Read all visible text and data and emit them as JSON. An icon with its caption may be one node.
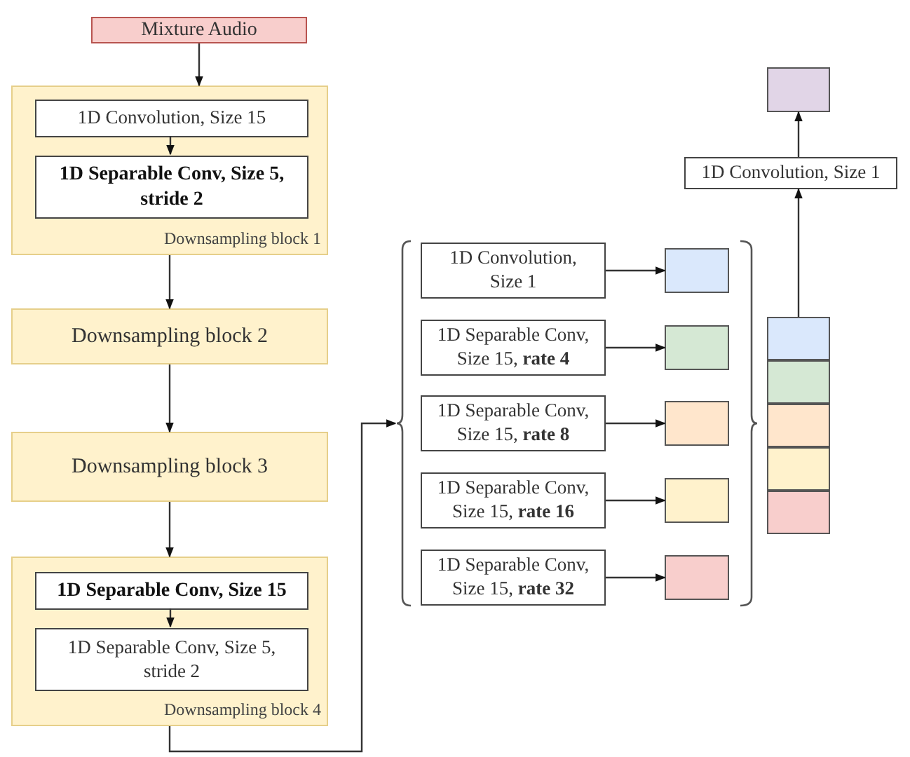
{
  "diagram": {
    "nodes": [
      {
        "text": [
          "Mixture Audio"
        ]
      },
      {
        "text": [
          "Downsampling block 1"
        ]
      },
      {
        "text": [
          "1D Convolution, Size 15"
        ],
        "in": 1
      },
      {
        "text": [
          "1D Separable Conv, Size 5, stride 2"
        ],
        "in": 1
      },
      {
        "text": [
          "Downsampling block 2"
        ]
      },
      {
        "text": [
          "Downsampling block 3"
        ]
      },
      {
        "text": [
          "Downsampling block 4"
        ]
      },
      {
        "text": [
          "1D Separable Conv, Size 15"
        ],
        "in": 6
      },
      {
        "text": [
          "1D Separable Conv, Size 5, stride 2"
        ],
        "in": 6
      },
      {
        "text": [],
        "shape": "brace"
      },
      {
        "text": [
          "1D Convolution, Size 1"
        ]
      },
      {
        "text": [],
        "shape": "box"
      },
      {
        "text": [
          "1D Separable Conv, Size 15, **rate 4**"
        ]
      },
      {
        "text": [],
        "shape": "box"
      },
      {
        "text": [
          "1D Separable Conv, Size 15, **rate 8**"
        ]
      },
      {
        "text": [],
        "shape": "box"
      },
      {
        "text": [
          "1D Separable Conv, Size 15, **rate 16**"
        ]
      },
      {
        "text": [],
        "shape": "box"
      },
      {
        "text": [
          "1D Separable Conv, Size 15, **rate 32**"
        ]
      },
      {
        "text": [],
        "shape": "box"
      },
      {
        "text": [],
        "shape": "box"
      },
      {
        "text": [],
        "shape": "box"
      },
      {
        "text": [],
        "shape": "box"
      },
      {
        "text": [],
        "shape": "box"
      },
      {
        "text": [],
        "shape": "box"
      },
      {
        "text": [
          "1D Convolution, Size 1"
        ]
      },
      {
        "text": [],
        "shape": "box"
      }
    ],
    "edges": [
      {
        "from": 0,
        "to": 1,
        "arrow": "to"
      },
      {
        "from": 2,
        "to": 3,
        "arrow": "to"
      },
      {
        "from": 1,
        "to": 4,
        "arrow": "to"
      },
      {
        "from": 4,
        "to": 5,
        "arrow": "to"
      },
      {
        "from": 5,
        "to": 6,
        "arrow": "to"
      },
      {
        "from": 7,
        "to": 8,
        "arrow": "to"
      },
      {
        "from": 6,
        "to": 9,
        "arrow": "to"
      },
      {
        "from": 10,
        "to": 11,
        "arrow": "to"
      },
      {
        "from": 12,
        "to": 13,
        "arrow": "to"
      },
      {
        "from": 14,
        "to": 15,
        "arrow": "to"
      },
      {
        "from": 16,
        "to": 17,
        "arrow": "to"
      },
      {
        "from": 18,
        "to": 19,
        "arrow": "to"
      },
      {
        "from": 20,
        "to": 25,
        "arrow": "to"
      },
      {
        "from": 25,
        "to": 26,
        "arrow": "to"
      }
    ]
  }
}
